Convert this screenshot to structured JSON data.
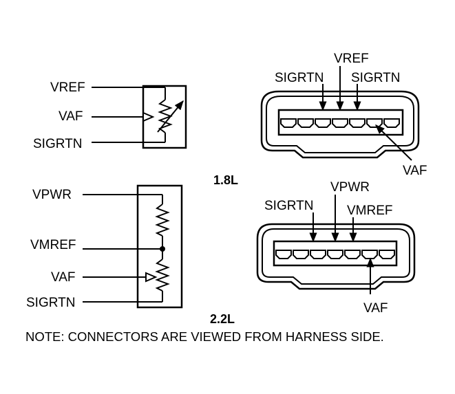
{
  "sensor_18": {
    "labels": {
      "vref": "VREF",
      "vaf": "VAF",
      "sigrtn": "SIGRTN"
    },
    "engine": "1.8L"
  },
  "connector_18": {
    "labels": {
      "sigrtn_left": "SIGRTN",
      "vref": "VREF",
      "sigrtn_right": "SIGRTN",
      "vaf": "VAF"
    }
  },
  "sensor_22": {
    "labels": {
      "vpwr": "VPWR",
      "vmref": "VMREF",
      "vaf": "VAF",
      "sigrtn": "SIGRTN"
    },
    "engine": "2.2L"
  },
  "connector_22": {
    "labels": {
      "sigrtn": "SIGRTN",
      "vpwr": "VPWR",
      "vmref": "VMREF",
      "vaf": "VAF"
    }
  },
  "note": "NOTE: CONNECTORS ARE VIEWED FROM HARNESS SIDE."
}
